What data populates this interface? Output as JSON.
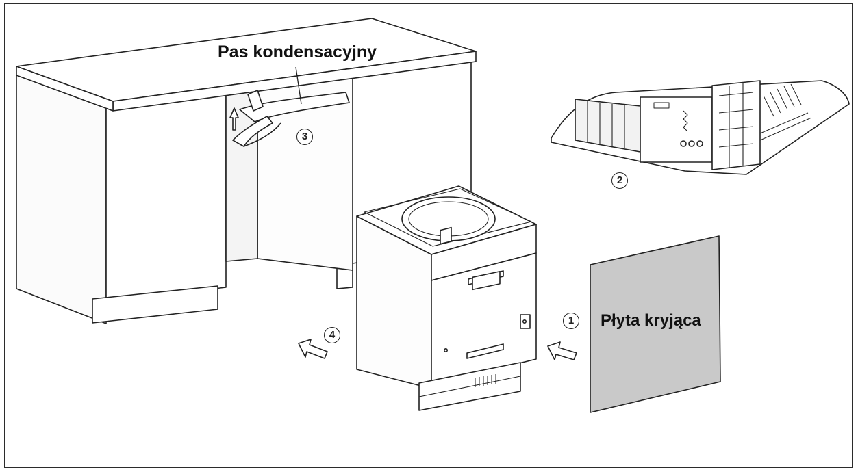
{
  "labels": {
    "condensation_strip": "Pas kondensacyjny",
    "cover_panel": "Płyta kryjąca"
  },
  "steps": [
    {
      "number": "1"
    },
    {
      "number": "2"
    },
    {
      "number": "3"
    },
    {
      "number": "4"
    }
  ],
  "colors": {
    "line": "#222222",
    "panel_fill": "#c9c9c9",
    "background": "#ffffff"
  }
}
